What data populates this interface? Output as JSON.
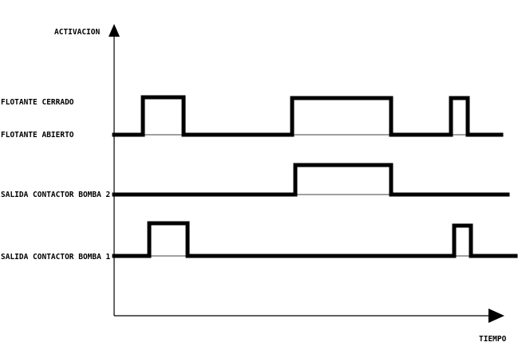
{
  "axes": {
    "y_label": "ACTIVACION",
    "x_label": "TIEMPO"
  },
  "levels": {
    "closed_label": "FLOTANTE CERRADO",
    "open_label": "FLOTANTE ABIERTO",
    "pump2_label": "SALIDA CONTACTOR BOMBA 2",
    "pump1_label": "SALIDA CONTACTOR BOMBA 1"
  },
  "colors": {
    "line": "#000000",
    "background": "#ffffff"
  }
}
